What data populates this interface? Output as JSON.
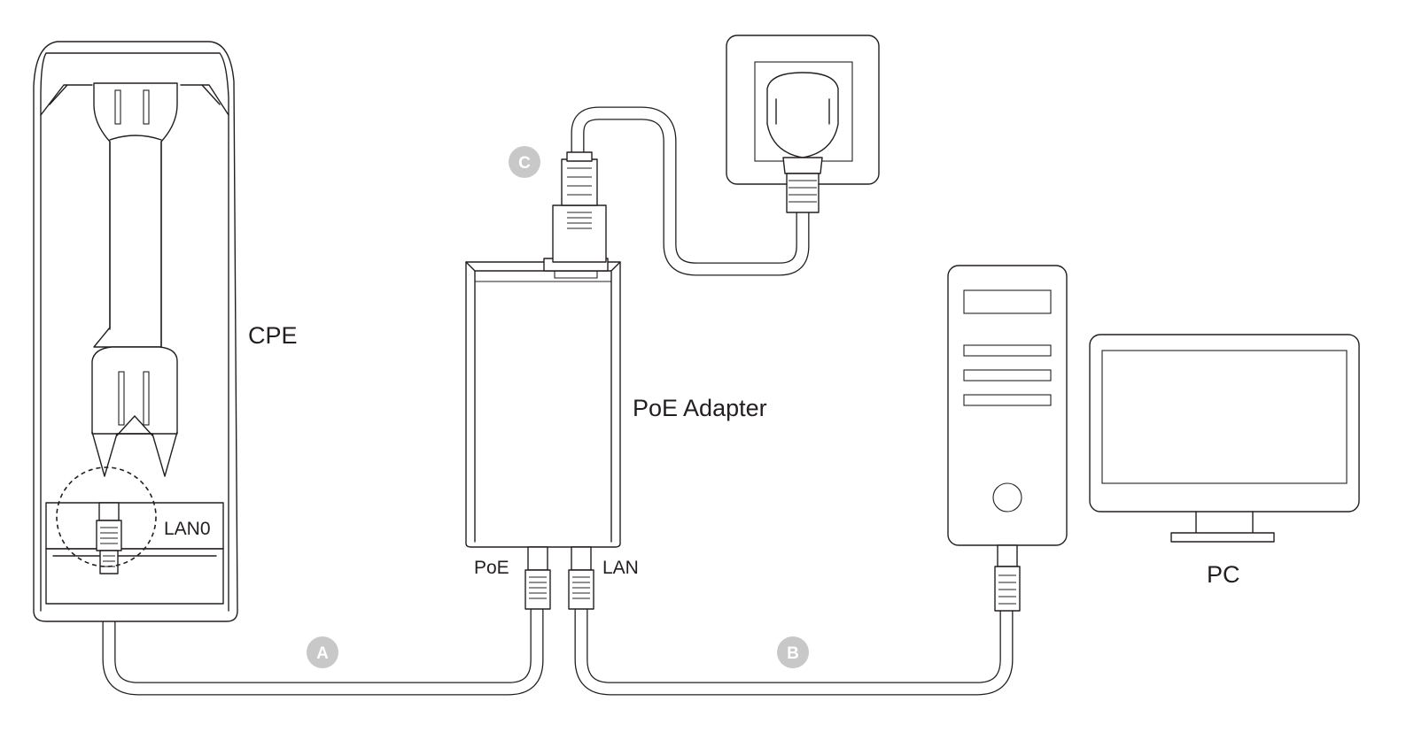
{
  "labels": {
    "cpe": "CPE",
    "lan0": "LAN0",
    "poe_adapter": "PoE Adapter",
    "poe_port": "PoE",
    "lan_port": "LAN",
    "pc": "PC"
  },
  "badges": {
    "a": "A",
    "b": "B",
    "c": "C"
  },
  "colors": {
    "line": "#231f20",
    "badge_fill": "#c8c8c8",
    "background": "#ffffff"
  }
}
